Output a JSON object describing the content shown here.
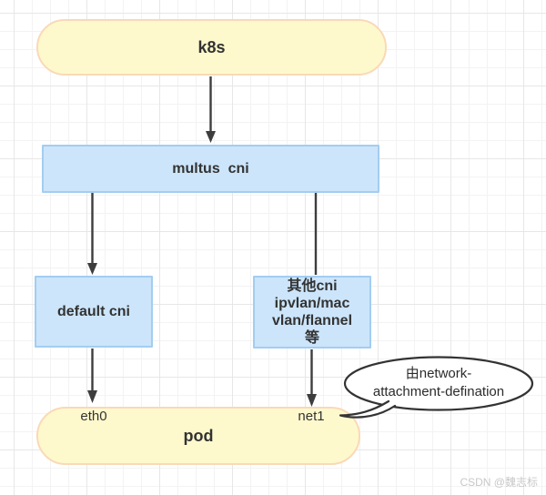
{
  "watermark": "CSDN @魏志标",
  "nodes": {
    "k8s": {
      "label": "k8s"
    },
    "multus": {
      "label": "multus  cni"
    },
    "default_cni": {
      "label": "default cni"
    },
    "other_cni": {
      "lines": [
        "其他cni",
        "ipvlan/mac",
        "vlan/flannel",
        "等"
      ]
    },
    "pod": {
      "label": "pod",
      "ports": [
        "eth0",
        "net1"
      ]
    }
  },
  "callout": {
    "line1": "由network-",
    "line2": "attachment-defination"
  },
  "colors": {
    "node_yellow_fill": "#FEF9CD",
    "node_yellow_border": "#F9D9B7",
    "node_blue_fill": "#CCE5FA",
    "node_blue_border": "#A3CDF1",
    "arrow": "#3D3D3D",
    "label_text": "#333333",
    "callout_border": "#333333",
    "callout_fill": "#FFFFFF",
    "watermark_text": "#C8C8C8",
    "grid_minor": "#F3F3F3",
    "grid_major": "#E7E7E7"
  }
}
